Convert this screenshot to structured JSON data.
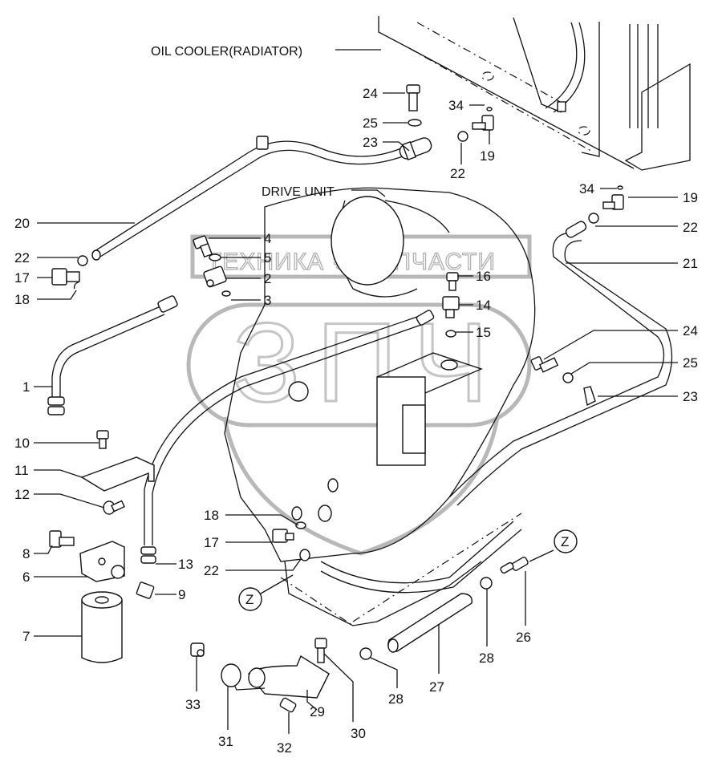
{
  "diagram": {
    "type": "exploded parts diagram",
    "captions": {
      "oil_cooler": "OIL COOLER(RADIATOR)",
      "drive_unit": "DRIVE UNIT"
    },
    "watermark": {
      "text": "ТЕХНИКА ⚙ ЗАПЧАСТИ",
      "logo": "ЗПЧ"
    },
    "reference_marker": "Z",
    "callouts": [
      {
        "id": "c24a",
        "label": "24"
      },
      {
        "id": "c25a",
        "label": "25"
      },
      {
        "id": "c23a",
        "label": "23"
      },
      {
        "id": "c22a",
        "label": "22"
      },
      {
        "id": "c34a",
        "label": "34"
      },
      {
        "id": "c19a",
        "label": "19"
      },
      {
        "id": "c34b",
        "label": "34"
      },
      {
        "id": "c19b",
        "label": "19"
      },
      {
        "id": "c22b",
        "label": "22"
      },
      {
        "id": "c21",
        "label": "21"
      },
      {
        "id": "c20",
        "label": "20"
      },
      {
        "id": "c22c",
        "label": "22"
      },
      {
        "id": "c17a",
        "label": "17"
      },
      {
        "id": "c18a",
        "label": "18"
      },
      {
        "id": "c4",
        "label": "4"
      },
      {
        "id": "c5",
        "label": "5"
      },
      {
        "id": "c2",
        "label": "2"
      },
      {
        "id": "c3",
        "label": "3"
      },
      {
        "id": "c16",
        "label": "16"
      },
      {
        "id": "c14",
        "label": "14"
      },
      {
        "id": "c15",
        "label": "15"
      },
      {
        "id": "c24b",
        "label": "24"
      },
      {
        "id": "c25b",
        "label": "25"
      },
      {
        "id": "c23b",
        "label": "23"
      },
      {
        "id": "c1",
        "label": "1"
      },
      {
        "id": "c10",
        "label": "10"
      },
      {
        "id": "c11",
        "label": "11"
      },
      {
        "id": "c12",
        "label": "12"
      },
      {
        "id": "c8",
        "label": "8"
      },
      {
        "id": "c6",
        "label": "6"
      },
      {
        "id": "c7",
        "label": "7"
      },
      {
        "id": "c13",
        "label": "13"
      },
      {
        "id": "c9",
        "label": "9"
      },
      {
        "id": "c18b",
        "label": "18"
      },
      {
        "id": "c17b",
        "label": "17"
      },
      {
        "id": "c22d",
        "label": "22"
      },
      {
        "id": "c26",
        "label": "26"
      },
      {
        "id": "c28a",
        "label": "28"
      },
      {
        "id": "c27",
        "label": "27"
      },
      {
        "id": "c28b",
        "label": "28"
      },
      {
        "id": "c30",
        "label": "30"
      },
      {
        "id": "c29",
        "label": "29"
      },
      {
        "id": "c32",
        "label": "32"
      },
      {
        "id": "c31",
        "label": "31"
      },
      {
        "id": "c33",
        "label": "33"
      }
    ]
  }
}
